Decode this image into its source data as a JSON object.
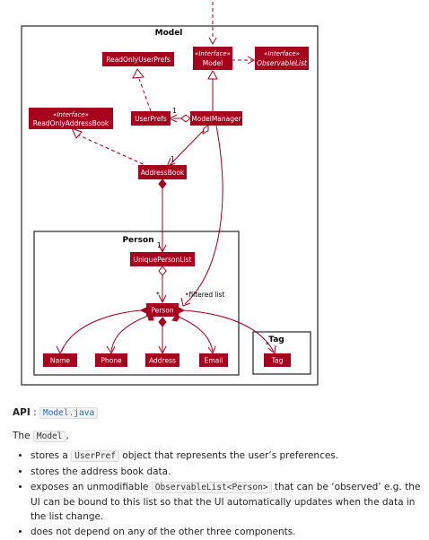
{
  "diagram": {
    "packages": {
      "model": "Model",
      "person": "Person",
      "tag": "Tag"
    },
    "stereotype": "«Interface»",
    "classes": {
      "readonly_user_prefs": "ReadOnlyUserPrefs",
      "model": "Model",
      "observable_list": "ObservableList",
      "readonly_address_book": "ReadOnlyAddressBook",
      "user_prefs": "UserPrefs",
      "model_manager": "ModelManager",
      "address_book": "AddressBook",
      "unique_person_list": "UniquePersonList",
      "person": "Person",
      "name": "Name",
      "phone": "Phone",
      "address": "Address",
      "email": "Email",
      "tag": "Tag"
    },
    "labels": {
      "mult_user_prefs": "1",
      "mult_address_book": "1",
      "mult_unique_list": "1",
      "mult_star_person": "*",
      "mult_star_tag": "*",
      "filtered_list": "filtered list"
    },
    "colors": {
      "box_fill": "#a7001d",
      "line": "#a7001d",
      "package_border": "#333333"
    }
  },
  "doc": {
    "api_label": "API",
    "api_colon": ":",
    "api_file": "Model.java",
    "model_intro_pre": "The",
    "model_intro_code": "Model",
    "model_intro_post": ",",
    "bullets": {
      "b1_pre": "stores a",
      "b1_code": "UserPref",
      "b1_post": "object that represents the user’s preferences.",
      "b2": "stores the address book data.",
      "b3_pre": "exposes an unmodifiable",
      "b3_code": "ObservableList<Person>",
      "b3_post": "that can be ‘observed’ e.g. the UI can be bound to this list so that the UI automatically updates when the data in the list change.",
      "b4": "does not depend on any of the other three components."
    }
  }
}
